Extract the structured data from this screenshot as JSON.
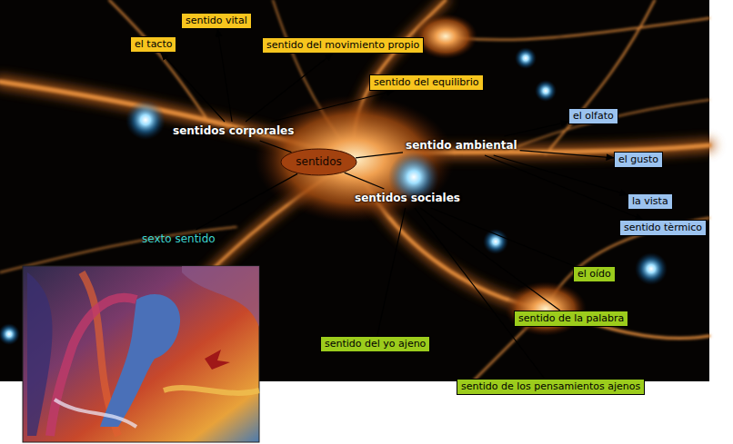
{
  "diagram": {
    "nodes": [
      {
        "text": [
          "el tacto"
        ]
      },
      {
        "text": [
          "sentido vital"
        ]
      },
      {
        "text": [
          "sentido del movimiento propio"
        ]
      },
      {
        "text": [
          "sentido del equilibrio"
        ]
      },
      {
        "text": [
          "el olfato"
        ]
      },
      {
        "text": [
          "sentidos corporales"
        ]
      },
      {
        "text": [
          "sentidos"
        ]
      },
      {
        "text": [
          "sentido ambiental"
        ]
      },
      {
        "text": [
          "el gusto"
        ]
      },
      {
        "text": [
          "sentidos sociales"
        ]
      },
      {
        "text": [
          "la vista"
        ]
      },
      {
        "text": [
          "sentido tèrmico"
        ]
      },
      {
        "text": [
          "sexto sentido"
        ]
      },
      {
        "text": [
          "el oído"
        ]
      },
      {
        "text": [
          "sentido de la palabra"
        ]
      },
      {
        "text": [
          "sentido del yo ajeno"
        ]
      },
      {
        "text": [
          "sentido de los pensamientos ajenos"
        ]
      }
    ],
    "edges": [
      {
        "from": 6,
        "to": 5,
        "arrow": "none"
      },
      {
        "from": 6,
        "to": 7,
        "arrow": "none"
      },
      {
        "from": 6,
        "to": 9,
        "arrow": "none"
      },
      {
        "from": 6,
        "to": 12,
        "arrow": "none"
      },
      {
        "from": 5,
        "to": 0,
        "arrow": "to"
      },
      {
        "from": 5,
        "to": 1,
        "arrow": "to"
      },
      {
        "from": 5,
        "to": 2,
        "arrow": "to"
      },
      {
        "from": 5,
        "to": 3,
        "arrow": "to"
      },
      {
        "from": 7,
        "to": 4,
        "arrow": "to"
      },
      {
        "from": 7,
        "to": 8,
        "arrow": "to"
      },
      {
        "from": 7,
        "to": 10,
        "arrow": "to"
      },
      {
        "from": 7,
        "to": 11,
        "arrow": "to"
      },
      {
        "from": 9,
        "to": 13,
        "arrow": "none"
      },
      {
        "from": 9,
        "to": 14,
        "arrow": "none"
      },
      {
        "from": 9,
        "to": 15,
        "arrow": "none"
      },
      {
        "from": 9,
        "to": 16,
        "arrow": "none"
      }
    ]
  }
}
